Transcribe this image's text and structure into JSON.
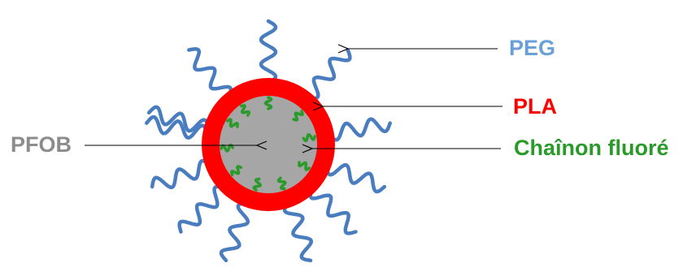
{
  "labels": {
    "peg": "PEG",
    "pla": "PLA",
    "fluorinated_chain": "Chaînon fluoré",
    "pfob": "PFOB"
  },
  "colors": {
    "peg": "#6a9fd8",
    "peg_chain": "#4a7dc0",
    "pla": "#ff0000",
    "core": "#a6a6a6",
    "fluorinated_chain": "#2a9a2a",
    "pfob": "#8c8c8c",
    "arrow": "#000000"
  }
}
